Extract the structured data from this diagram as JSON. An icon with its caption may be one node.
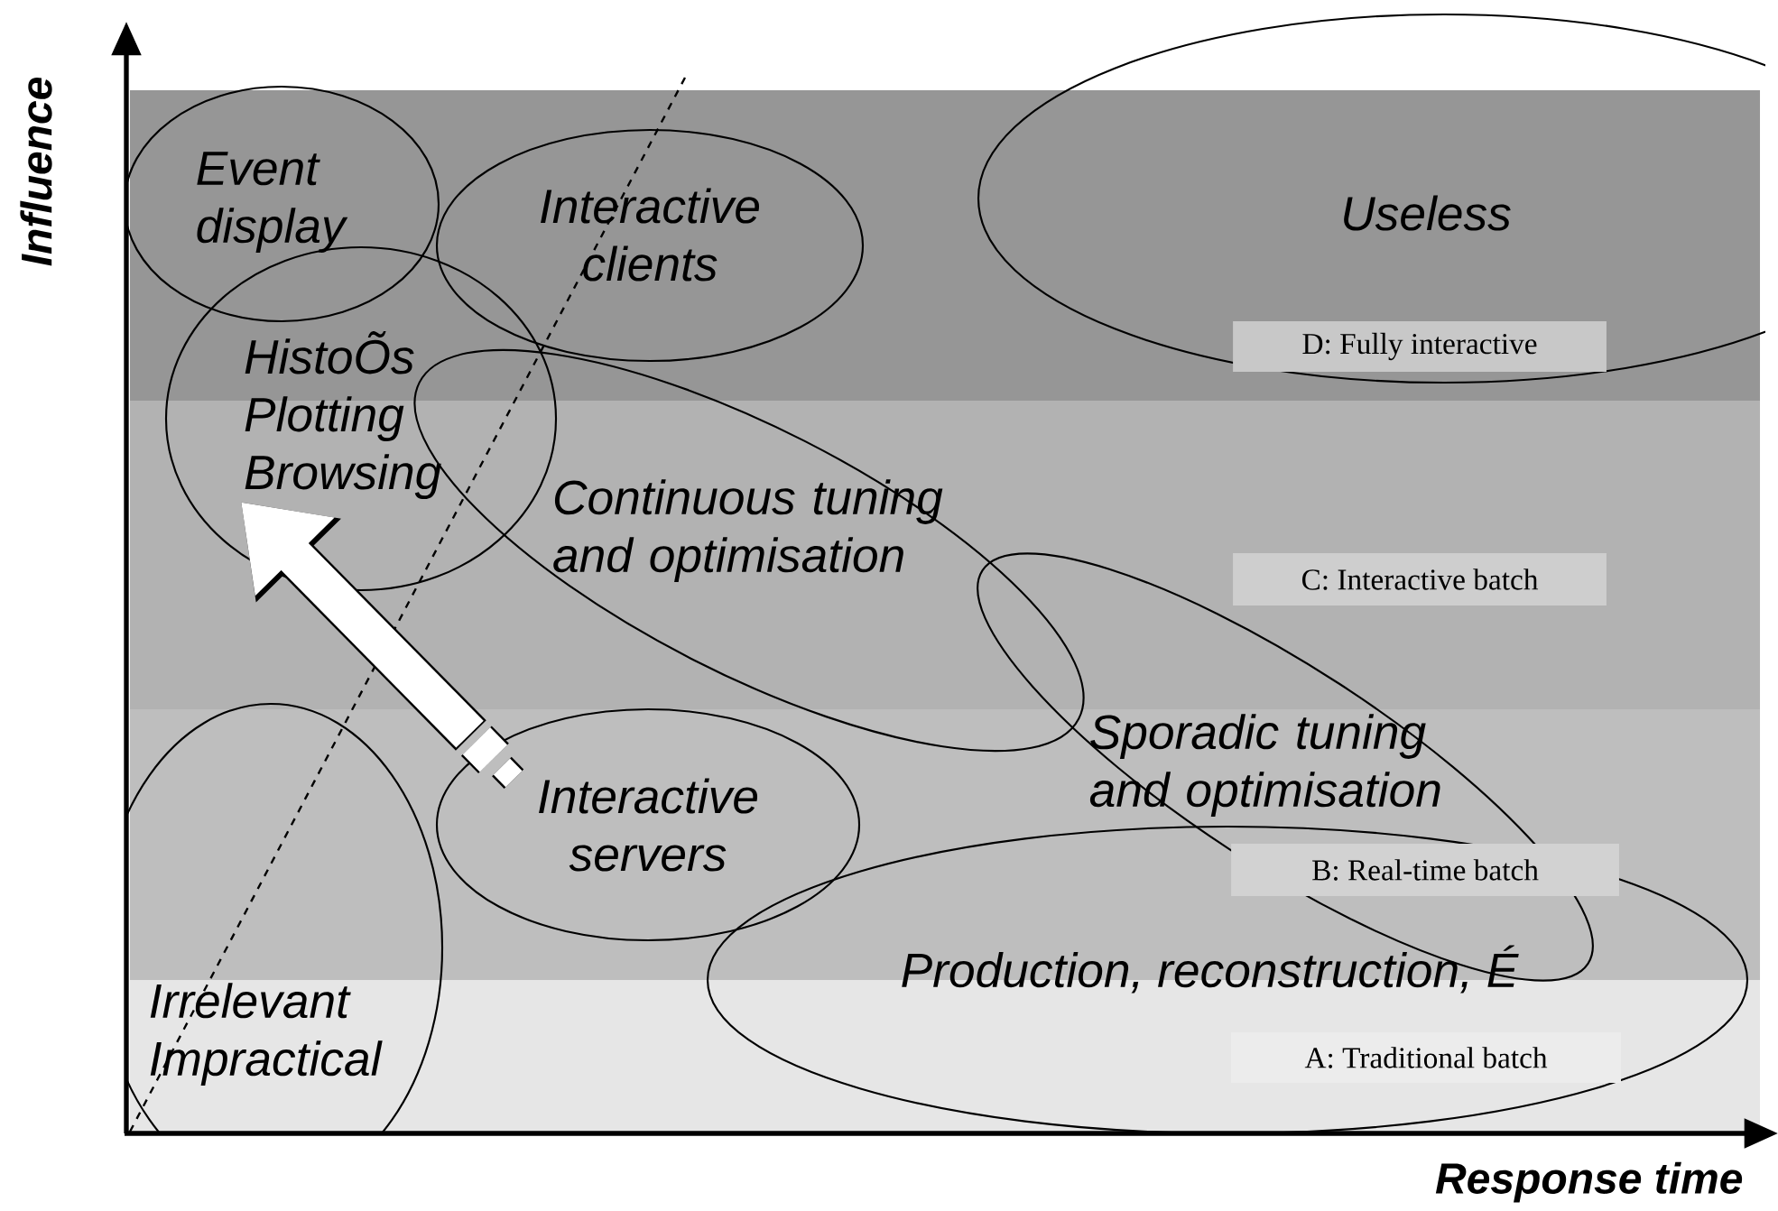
{
  "diagram": {
    "nodes": [
      {
        "text": [
          "Event display"
        ]
      },
      {
        "text": [
          "Interactive clients"
        ]
      },
      {
        "text": [
          "Useless"
        ]
      },
      {
        "text": [
          "HistoÕs Plotting Browsing"
        ]
      },
      {
        "text": [
          "Continuous tuning and optimisation"
        ]
      },
      {
        "text": [
          "Sporadic tuning and optimisation"
        ]
      },
      {
        "text": [
          "Interactive servers"
        ]
      },
      {
        "text": [
          "Irrelevant Impractical"
        ]
      },
      {
        "text": [
          "Production, reconstruction, É"
        ]
      },
      {
        "text": [
          "D: Fully interactive"
        ],
        "in": 2
      },
      {
        "text": [
          "C:  Interactive batch"
        ]
      },
      {
        "text": [
          "B: Real-time batch"
        ],
        "in": 8
      },
      {
        "text": [
          "A: Traditional batch"
        ],
        "in": 8
      }
    ],
    "edges": [
      {
        "from": 6,
        "to": 3,
        "arrow": "to"
      }
    ],
    "labels": [
      "Influence",
      "Response time"
    ]
  }
}
